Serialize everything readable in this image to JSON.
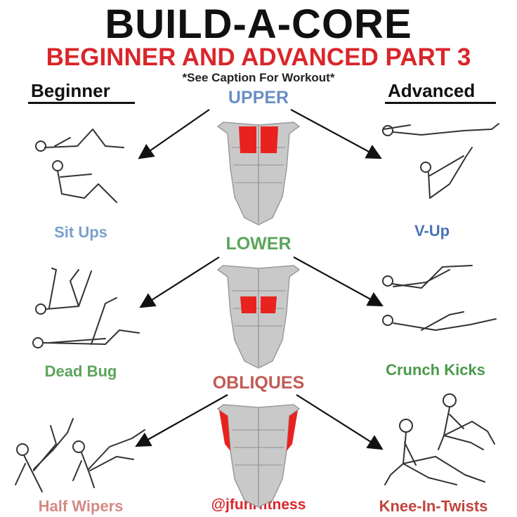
{
  "header": {
    "title": "BUILD-A-CORE",
    "subtitle": "BEGINNER AND ADVANCED PART 3",
    "caption": "*See Caption For Workout*"
  },
  "columns": {
    "beginner": "Beginner",
    "advanced": "Advanced"
  },
  "sections": [
    {
      "name": "UPPER",
      "color": "#6b8fc4",
      "beginner_exercise": {
        "label": "Sit Ups",
        "color": "#7a9fcb"
      },
      "advanced_exercise": {
        "label": "V-Up",
        "color": "#4a72b8"
      }
    },
    {
      "name": "LOWER",
      "color": "#5ba45b",
      "beginner_exercise": {
        "label": "Dead Bug",
        "color": "#5ba45b"
      },
      "advanced_exercise": {
        "label": "Crunch Kicks",
        "color": "#4a9a4a"
      }
    },
    {
      "name": "OBLIQUES",
      "color": "#c25a55",
      "beginner_exercise": {
        "label": "Half Wipers",
        "color": "#d48a84"
      },
      "advanced_exercise": {
        "label": "Knee-In-Twists",
        "color": "#c0443d"
      }
    }
  ],
  "footer": {
    "handle": "@jfuhrfitness"
  },
  "colors": {
    "title": "#111111",
    "subtitle": "#d9262b",
    "muscle_highlight": "#e8221f",
    "muscle_base": "#c9c9c9"
  }
}
